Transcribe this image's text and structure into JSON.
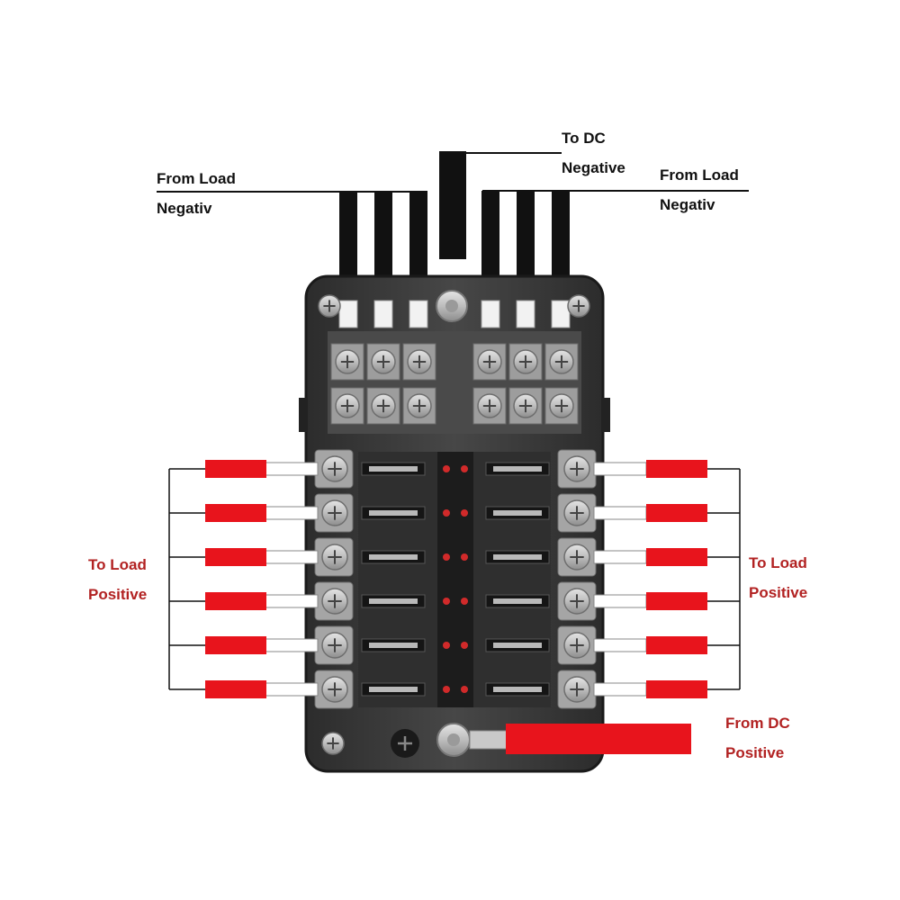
{
  "labels": {
    "from_load_negative_left": [
      "From Load",
      "Negativ"
    ],
    "to_dc_negative": [
      "To DC",
      "Negative"
    ],
    "from_load_negative_right": [
      "From Load",
      "Negativ"
    ],
    "to_load_positive_left": [
      "To Load",
      "Positive"
    ],
    "to_load_positive_right": [
      "To Load",
      "Positive"
    ],
    "from_dc_positive": [
      "From DC",
      "Positive"
    ]
  },
  "colors": {
    "wire_negative": "#111111",
    "wire_positive": "#e8141c",
    "label_negative": "#111111",
    "label_positive": "#b22222",
    "housing": "#3b3b3b",
    "fuse_panel": "#2e2e2e",
    "terminal": "#b8b8b8",
    "indicator_led": "#d12a2a"
  },
  "components": {
    "fuse_slots_per_side": 6,
    "negative_terminals_per_bus": 6,
    "negative_wires_per_side": 3,
    "positive_load_wires_per_side": 6
  }
}
